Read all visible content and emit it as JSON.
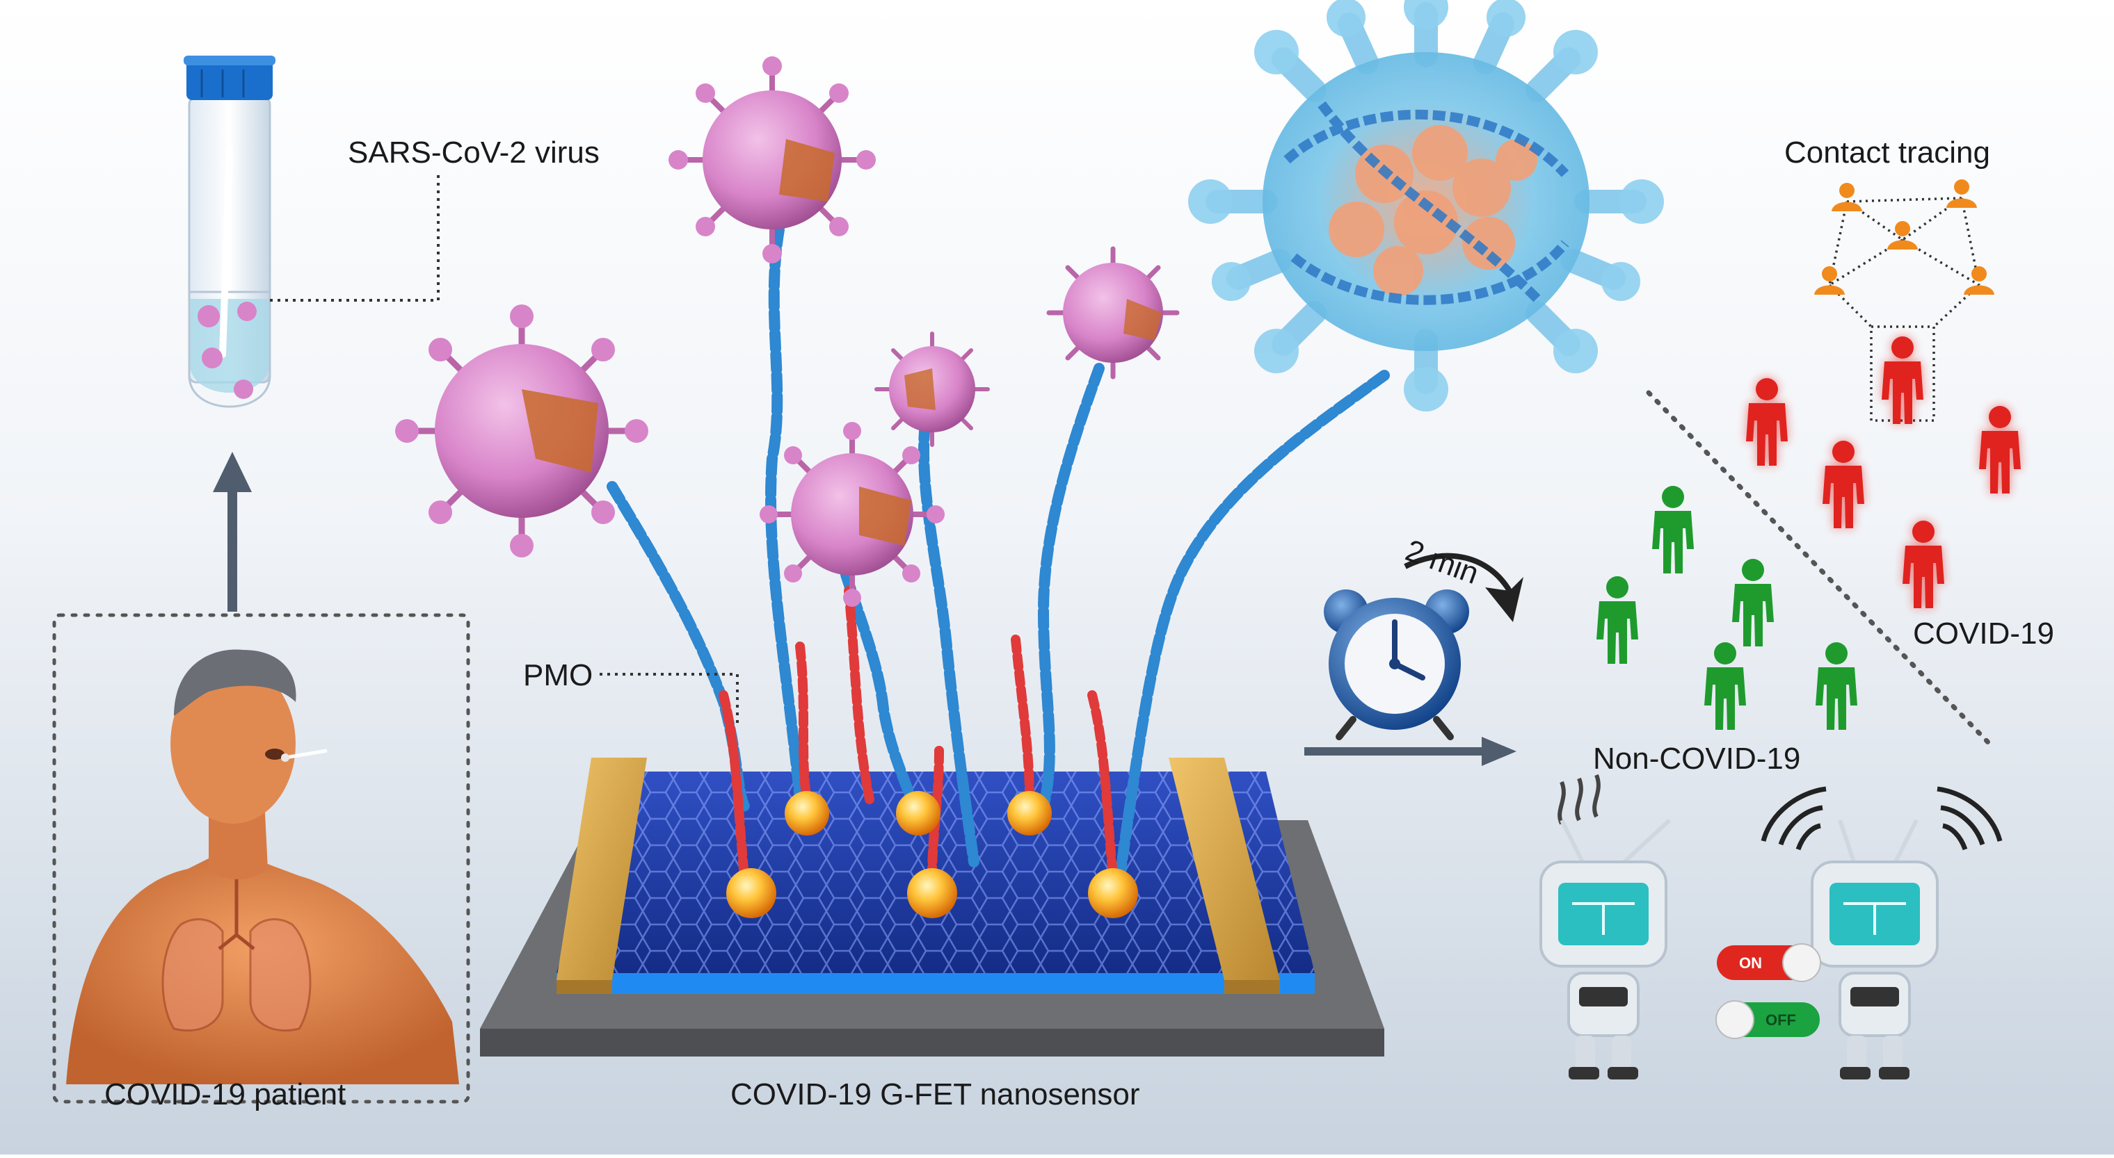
{
  "labels": {
    "virus": "SARS-CoV-2 virus",
    "pmo": "PMO",
    "patient": "COVID-19 patient",
    "sensor": "COVID-19 G-FET nanosensor",
    "contact_tracing": "Contact tracing",
    "covid": "COVID-19",
    "non_covid": "Non-COVID-19",
    "time": "2 min"
  },
  "switches": {
    "on": "ON",
    "off": "OFF"
  },
  "colors": {
    "bg_top": "#ffffff",
    "bg_bottom": "#cdd7e2",
    "virus": "#d884c9",
    "virus_dark": "#a04c92",
    "dna_blue": "#2e88d2",
    "dna_red": "#e03a3a",
    "graphene": "#1f3ca4",
    "electrode": "#d6a548",
    "covid_person": "#e0231f",
    "noncovid_person": "#1f9b2e",
    "tracing_person": "#f08a1d",
    "arrow": "#505d6e"
  }
}
